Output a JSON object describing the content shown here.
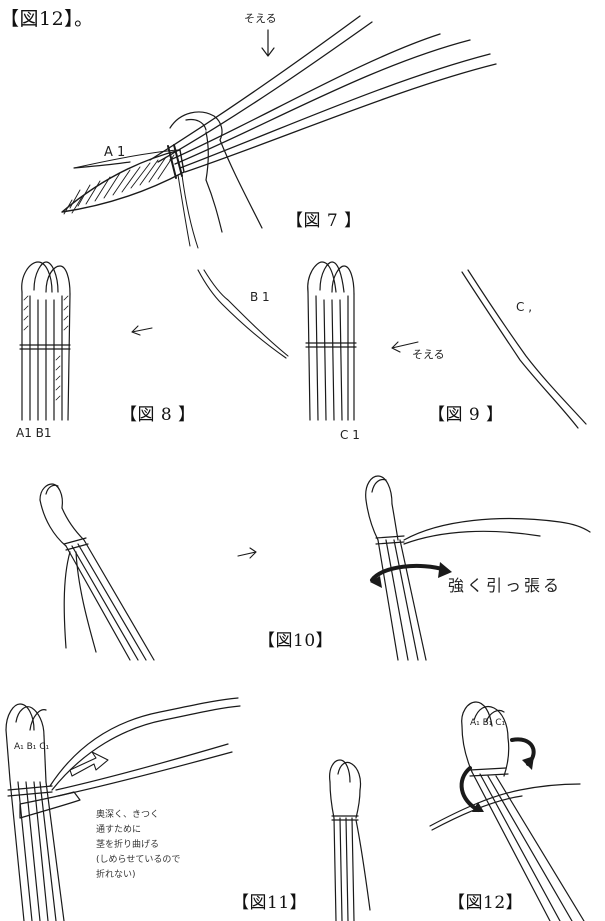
{
  "header": {
    "top_caption": "【図12】。"
  },
  "fig7": {
    "caption": "【図 7 】",
    "label_soeru": "そえる",
    "label_a1": "A 1"
  },
  "fig8": {
    "caption": "【図 8 】",
    "label_a1b1": "A1 B1",
    "label_b1": "B 1"
  },
  "fig9": {
    "caption": "【図 9 】",
    "label_soeru": "そえる",
    "label_c1_bottom": "C 1",
    "label_c1": "C ,"
  },
  "fig10": {
    "caption": "【図10】",
    "label_pull": "強く引っ張る"
  },
  "fig11": {
    "caption": "【図11】",
    "label_abc": "A₁ B₁ C₁",
    "note_lines": [
      "奥深く、きつく",
      "通すために",
      "茎を折り曲げる",
      "(しめらせているので",
      "折れない)"
    ]
  },
  "fig12": {
    "caption": "【図12】",
    "label_abc": "A₁ B₁ C₁"
  }
}
